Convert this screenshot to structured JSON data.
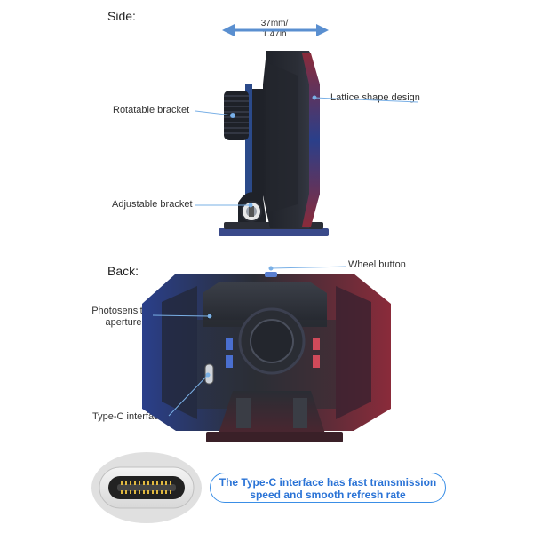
{
  "side": {
    "title": "Side:",
    "dimension": {
      "line1": "37mm/",
      "line2": "1.47in"
    },
    "callouts": {
      "lattice": "Lattice shape design",
      "rotatable": "Rotatable bracket",
      "adjustable": "Adjustable bracket"
    }
  },
  "back": {
    "title": "Back:",
    "callouts": {
      "wheel": "Wheel button",
      "photo_line1": "Photosensitive",
      "photo_line2": "aperture",
      "typec": "Type-C interface"
    }
  },
  "banner": {
    "line1": "The Type-C interface has fast transmission",
    "line2": "speed and smooth refresh rate"
  },
  "colors": {
    "accent_blue": "#3a8ee6",
    "device_dark": "#2b2e36",
    "device_red": "#8a2b3a",
    "device_blue": "#2a3f8a"
  }
}
